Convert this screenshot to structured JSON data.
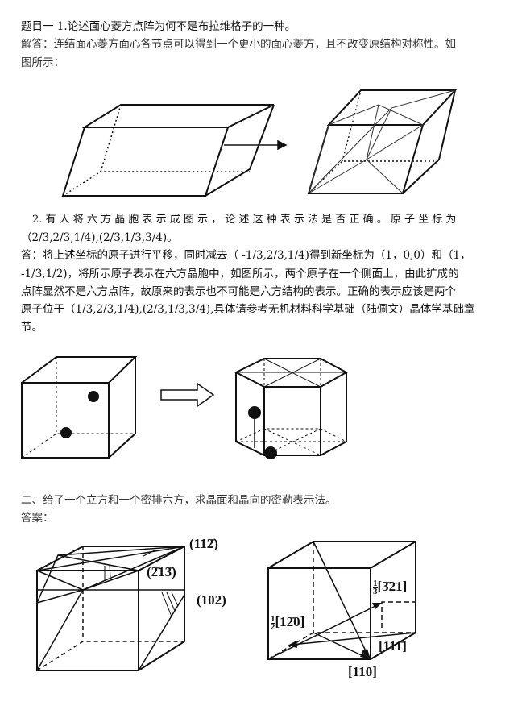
{
  "q1": {
    "title": "题目一  1.论述面心菱方点阵为何不是布拉维格子的一种。",
    "answer_line1": "解答：连结面心菱方面心各节点可以得到一个更小的面心菱方，且不改变原结构对称性。如",
    "answer_line2": "图所示："
  },
  "q2": {
    "question_line1": "2. 有 人 将 六 方 晶 胞 表 示 成 图 示 ， 论 述 这 种 表 示 法 是 否 正 确 。 原 子 坐 标 为",
    "question_line2": "（2/3,2/3,1/4),(2/3,1/3,3/4)。",
    "answer_lines": [
      "答：将上述坐标的原子进行平移，同时减去（ -1/3,2/3,1/4)得到新坐标为（1，0,0）和（1，",
      "-1/3,1/2)，将所示原子表示在六方晶胞中，如图所示，两个原子在一个侧面上，由此扩成的",
      "点阵显然不是六方点阵，故原来的表示也不可能是六方结构的表示。正确的表示应该是两个",
      "原子位于（1/3,2/3,1/4),(2/3,1/3,3/4),具体请参考无机材料科学基础（陆佩文）晶体学基础章",
      "节。"
    ]
  },
  "q3": {
    "question": "二、给了一个立方和一个密排六方，求晶面和晶向的密勒表示法。",
    "answer_label": "答案：",
    "planes": [
      "(112̄)",
      "(2̄13̄)",
      "(102)"
    ],
    "directions": {
      "d1_fraction": [
        "1",
        "3"
      ],
      "d1": "[3̄21]",
      "d2_fraction": [
        "1",
        "2"
      ],
      "d2": "[12̄0]",
      "d3": "[111̄]",
      "d4": "[110]"
    }
  }
}
